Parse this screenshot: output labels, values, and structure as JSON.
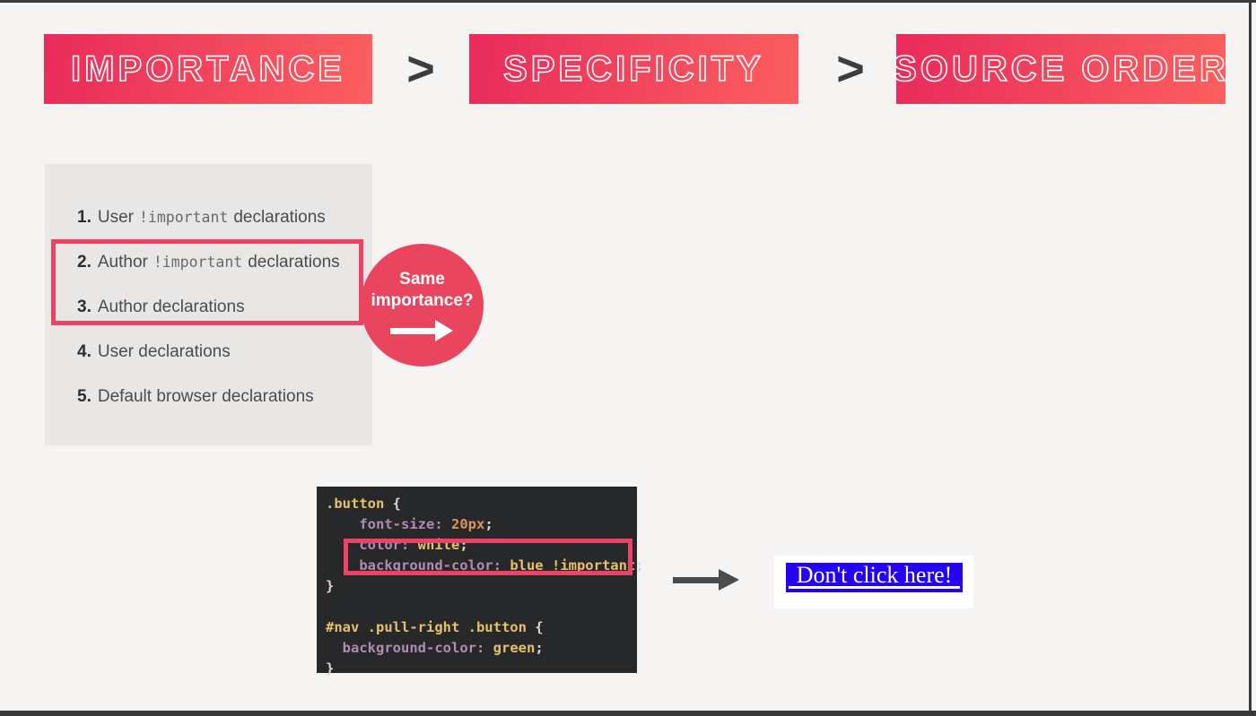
{
  "header": {
    "banners": [
      {
        "label": "IMPORTANCE"
      },
      {
        "label": "SPECIFICITY"
      },
      {
        "label": "SOURCE ORDER"
      }
    ],
    "separator": ">",
    "banner_gradient_from": "#e92b5c",
    "banner_gradient_to": "#fb5f5e"
  },
  "priority_panel": {
    "background": "#e8e7e5",
    "highlight_color": "#ef4166",
    "items": [
      {
        "number": "1.",
        "before": "User",
        "mono": "!important",
        "after": "declarations"
      },
      {
        "number": "2.",
        "before": "Author",
        "mono": "!important",
        "after": "declarations"
      },
      {
        "number": "3.",
        "before": "Author declarations",
        "mono": "",
        "after": ""
      },
      {
        "number": "4.",
        "before": "User declarations",
        "mono": "",
        "after": ""
      },
      {
        "number": "5.",
        "before": "Default browser declarations",
        "mono": "",
        "after": ""
      }
    ]
  },
  "same_importance_badge": {
    "line1": "Same",
    "line2": "importance?",
    "color": "#e9455f",
    "arrow_icon": "right-arrow"
  },
  "code_editor": {
    "background": "#26282a",
    "highlight_color": "#ef4166",
    "token_colors": {
      "selector": "#e6c06a",
      "property": "#b08bb3",
      "value": "#de935f",
      "keyword": "#e6c06a",
      "plain": "#d8d8d6"
    },
    "lines": [
      [
        {
          "t": ".button",
          "c": "selector"
        },
        {
          "t": " {",
          "c": "plain"
        }
      ],
      [
        {
          "t": "    ",
          "c": "plain"
        },
        {
          "t": "font-size:",
          "c": "property"
        },
        {
          "t": " ",
          "c": "plain"
        },
        {
          "t": "20px",
          "c": "value"
        },
        {
          "t": ";",
          "c": "plain"
        }
      ],
      [
        {
          "t": "    ",
          "c": "plain"
        },
        {
          "t": "color:",
          "c": "property"
        },
        {
          "t": " ",
          "c": "plain"
        },
        {
          "t": "white",
          "c": "keyword"
        },
        {
          "t": ";",
          "c": "plain"
        }
      ],
      [
        {
          "t": "    ",
          "c": "plain"
        },
        {
          "t": "background-color:",
          "c": "property"
        },
        {
          "t": " ",
          "c": "plain"
        },
        {
          "t": "blue",
          "c": "keyword"
        },
        {
          "t": " ",
          "c": "plain"
        },
        {
          "t": "!important",
          "c": "keyword"
        },
        {
          "t": ";",
          "c": "plain"
        }
      ],
      [
        {
          "t": "}",
          "c": "plain"
        }
      ],
      [],
      [
        {
          "t": "#nav .pull-right .button",
          "c": "selector"
        },
        {
          "t": " {",
          "c": "plain"
        }
      ],
      [
        {
          "t": "  ",
          "c": "plain"
        },
        {
          "t": "background-color:",
          "c": "property"
        },
        {
          "t": " ",
          "c": "plain"
        },
        {
          "t": "green",
          "c": "keyword"
        },
        {
          "t": ";",
          "c": "plain"
        }
      ],
      [
        {
          "t": "}",
          "c": "plain"
        }
      ]
    ]
  },
  "result_preview": {
    "button_text": "Don't click here!",
    "button_background": "#2302f5",
    "button_text_color": "#ffffff",
    "arrow_icon": "right-arrow"
  }
}
